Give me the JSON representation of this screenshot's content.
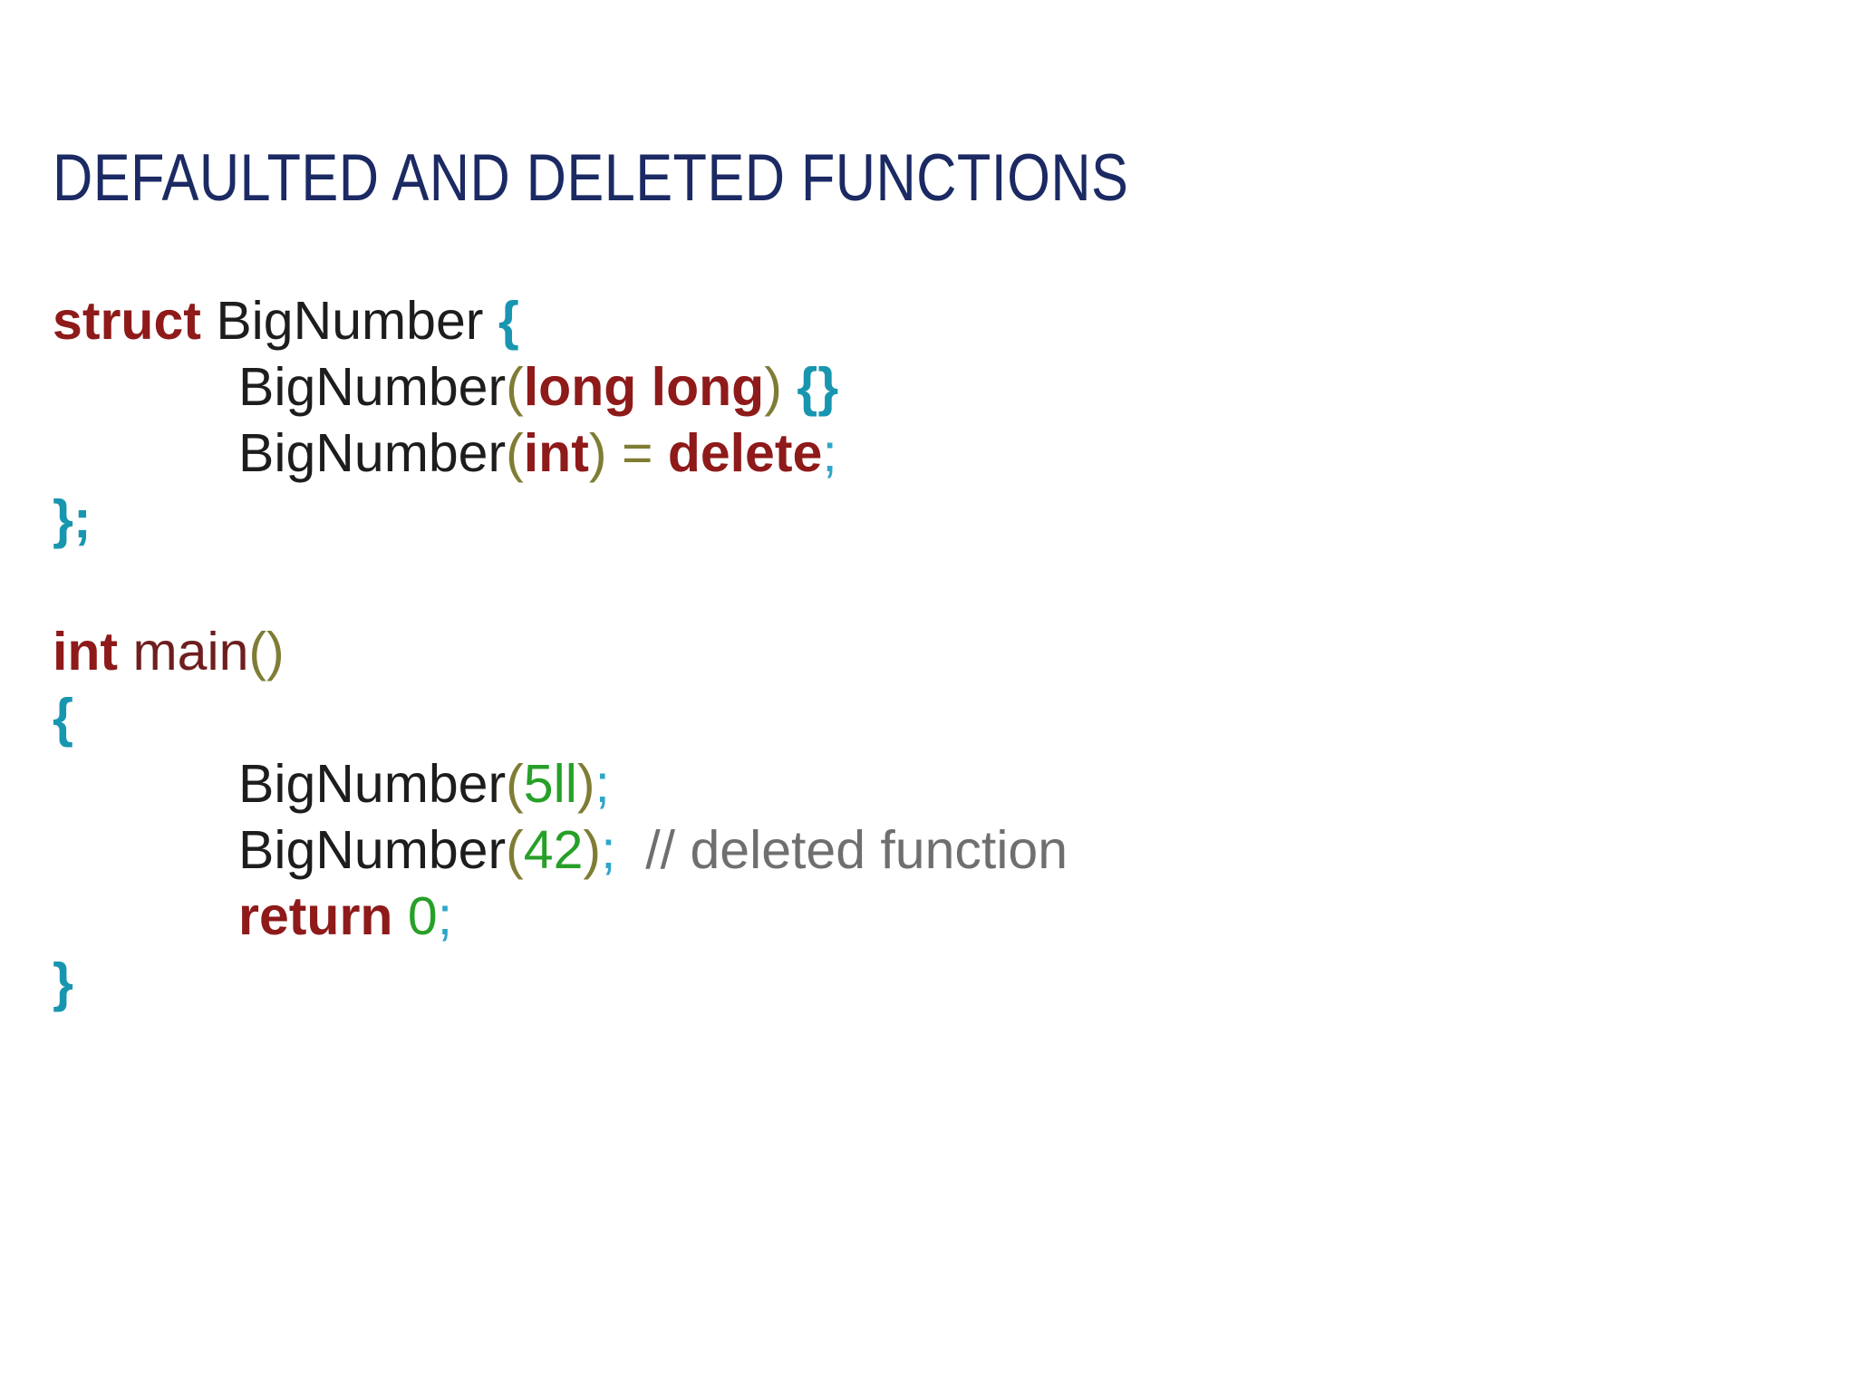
{
  "slide": {
    "title": "DEFAULTED AND DELETED FUNCTIONS",
    "colors": {
      "background": "#ffffff",
      "title": "#1b2a63",
      "keyword": "#8e1a1a",
      "function": "#6e1e1e",
      "plain": "#1d1d1d",
      "paren": "#7f7d35",
      "brace": "#1896b0",
      "semicolon": "#2fa6c9",
      "number": "#27a027",
      "comment": "#6f6f6f"
    },
    "code": {
      "lines": [
        {
          "indent": false,
          "tokens": [
            [
              "struct",
              "keyword"
            ],
            [
              " BigNumber ",
              "plain"
            ],
            [
              "{",
              "brace"
            ]
          ]
        },
        {
          "indent": true,
          "tokens": [
            [
              "BigNumber",
              "plain"
            ],
            [
              "(",
              "paren"
            ],
            [
              "long long",
              "keyword"
            ],
            [
              ")",
              "paren"
            ],
            [
              " ",
              "plain"
            ],
            [
              "{}",
              "brace"
            ]
          ]
        },
        {
          "indent": true,
          "tokens": [
            [
              "BigNumber",
              "plain"
            ],
            [
              "(",
              "paren"
            ],
            [
              "int",
              "keyword"
            ],
            [
              ")",
              "paren"
            ],
            [
              " ",
              "plain"
            ],
            [
              "=",
              "paren"
            ],
            [
              " ",
              "plain"
            ],
            [
              "delete",
              "keyword"
            ],
            [
              ";",
              "semicolon"
            ]
          ]
        },
        {
          "indent": false,
          "tokens": [
            [
              "}",
              "brace"
            ],
            [
              ";",
              "brace"
            ]
          ]
        },
        {
          "indent": false,
          "tokens": []
        },
        {
          "indent": false,
          "tokens": [
            [
              "int",
              "keyword"
            ],
            [
              " ",
              "plain"
            ],
            [
              "main",
              "function"
            ],
            [
              "()",
              "paren"
            ]
          ]
        },
        {
          "indent": false,
          "tokens": [
            [
              "{",
              "brace"
            ]
          ]
        },
        {
          "indent": true,
          "tokens": [
            [
              "BigNumber",
              "plain"
            ],
            [
              "(",
              "paren"
            ],
            [
              "5ll",
              "number"
            ],
            [
              ")",
              "paren"
            ],
            [
              ";",
              "semicolon"
            ]
          ]
        },
        {
          "indent": true,
          "tokens": [
            [
              "BigNumber",
              "plain"
            ],
            [
              "(",
              "paren"
            ],
            [
              "42",
              "number"
            ],
            [
              ")",
              "paren"
            ],
            [
              ";",
              "semicolon"
            ],
            [
              "  ",
              "plain"
            ],
            [
              "// deleted function",
              "comment"
            ]
          ]
        },
        {
          "indent": true,
          "tokens": [
            [
              "return",
              "keyword"
            ],
            [
              " ",
              "plain"
            ],
            [
              "0",
              "number"
            ],
            [
              ";",
              "semicolon"
            ]
          ]
        },
        {
          "indent": false,
          "tokens": [
            [
              "}",
              "brace"
            ]
          ]
        }
      ]
    }
  }
}
